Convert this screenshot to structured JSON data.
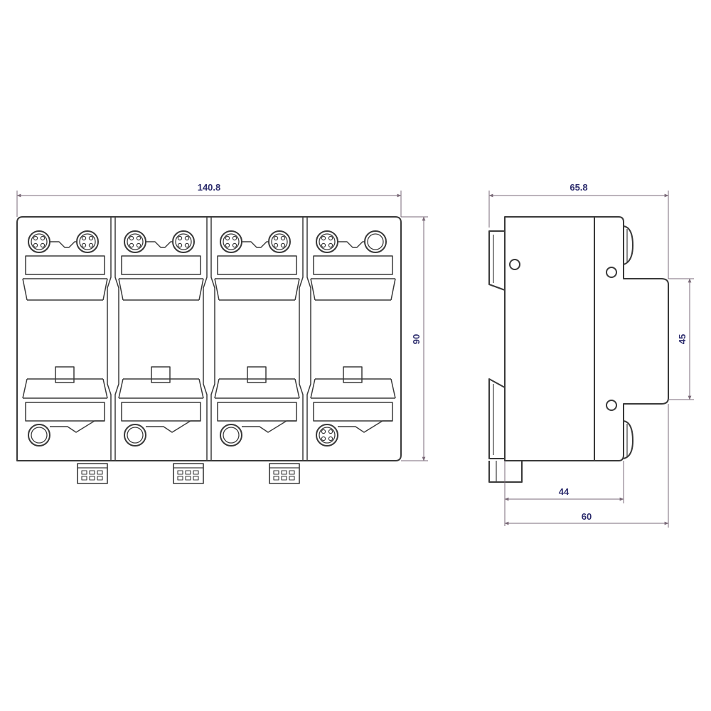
{
  "colors": {
    "line": "#3a3a3a",
    "dimension_line": "#7a6a78",
    "dimension_text": "#2e2e6e",
    "background": "#ffffff"
  },
  "front_view": {
    "overall_width_label": "140.8",
    "height_label": "90"
  },
  "side_view": {
    "depth_label": "65.8",
    "rail_height_label": "45",
    "body_depth_label": "44",
    "total_depth_label": "60"
  }
}
